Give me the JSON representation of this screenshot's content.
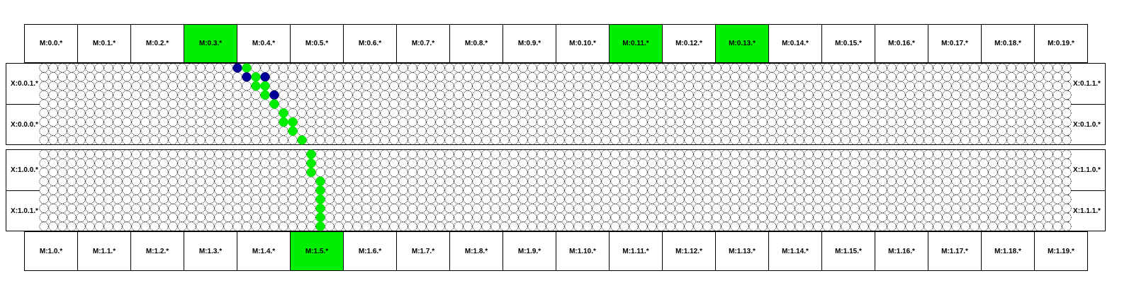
{
  "colors": {
    "active": "#00ee00",
    "ring": "#00dd00",
    "alt": "#000099",
    "line": "#000000"
  },
  "top_row": {
    "cells": [
      {
        "label": "M:0.0.*",
        "active": false
      },
      {
        "label": "M:0.1.*",
        "active": false
      },
      {
        "label": "M:0.2.*",
        "active": false
      },
      {
        "label": "M:0.3.*",
        "active": true
      },
      {
        "label": "M:0.4.*",
        "active": false
      },
      {
        "label": "M:0.5.*",
        "active": false
      },
      {
        "label": "M:0.6.*",
        "active": false
      },
      {
        "label": "M:0.7.*",
        "active": false
      },
      {
        "label": "M:0.8.*",
        "active": false
      },
      {
        "label": "M:0.9.*",
        "active": false
      },
      {
        "label": "M:0.10.*",
        "active": false
      },
      {
        "label": "M:0.11.*",
        "active": true
      },
      {
        "label": "M:0.12.*",
        "active": false
      },
      {
        "label": "M:0.13.*",
        "active": true
      },
      {
        "label": "M:0.14.*",
        "active": false
      },
      {
        "label": "M:0.15.*",
        "active": false
      },
      {
        "label": "M:0.16.*",
        "active": false
      },
      {
        "label": "M:0.17.*",
        "active": false
      },
      {
        "label": "M:0.18.*",
        "active": false
      },
      {
        "label": "M:0.19.*",
        "active": false
      }
    ]
  },
  "bottom_row": {
    "cells": [
      {
        "label": "M:1.0.*",
        "active": false
      },
      {
        "label": "M:1.1.*",
        "active": false
      },
      {
        "label": "M:1.2.*",
        "active": false
      },
      {
        "label": "M:1.3.*",
        "active": false
      },
      {
        "label": "M:1.4.*",
        "active": false
      },
      {
        "label": "M:1.5.*",
        "active": true
      },
      {
        "label": "M:1.6.*",
        "active": false
      },
      {
        "label": "M:1.7.*",
        "active": false
      },
      {
        "label": "M:1.8.*",
        "active": false
      },
      {
        "label": "M:1.9.*",
        "active": false
      },
      {
        "label": "M:1.10.*",
        "active": false
      },
      {
        "label": "M:1.11.*",
        "active": false
      },
      {
        "label": "M:1.12.*",
        "active": false
      },
      {
        "label": "M:1.13.*",
        "active": false
      },
      {
        "label": "M:1.14.*",
        "active": false
      },
      {
        "label": "M:1.15.*",
        "active": false
      },
      {
        "label": "M:1.16.*",
        "active": false
      },
      {
        "label": "M:1.17.*",
        "active": false
      },
      {
        "label": "M:1.18.*",
        "active": false
      },
      {
        "label": "M:1.19.*",
        "active": false
      }
    ]
  },
  "panels": [
    {
      "left": [
        "X:0.0.1.*",
        "X:0.0.0.*"
      ],
      "right": [
        "X:0.1.1.*",
        "X:0.1.0.*"
      ]
    },
    {
      "left": [
        "X:1.0.0.*",
        "X:1.0.1.*"
      ],
      "right": [
        "X:1.1.0.*",
        "X:1.1.1.*"
      ]
    }
  ],
  "grid": {
    "columns": 112,
    "rows_per_panel": 9
  },
  "path": [
    {
      "panel": 0,
      "col": 21,
      "row": 0,
      "kind": "alt"
    },
    {
      "panel": 0,
      "col": 22,
      "row": 0,
      "kind": "active"
    },
    {
      "panel": 0,
      "col": 22,
      "row": 1,
      "kind": "alt"
    },
    {
      "panel": 0,
      "col": 23,
      "row": 1,
      "kind": "active"
    },
    {
      "panel": 0,
      "col": 24,
      "row": 1,
      "kind": "alt"
    },
    {
      "panel": 0,
      "col": 23,
      "row": 2,
      "kind": "active"
    },
    {
      "panel": 0,
      "col": 24,
      "row": 2,
      "kind": "active"
    },
    {
      "panel": 0,
      "col": 24,
      "row": 3,
      "kind": "active"
    },
    {
      "panel": 0,
      "col": 25,
      "row": 3,
      "kind": "alt"
    },
    {
      "panel": 0,
      "col": 25,
      "row": 4,
      "kind": "active"
    },
    {
      "panel": 0,
      "col": 26,
      "row": 5,
      "kind": "active"
    },
    {
      "panel": 0,
      "col": 26,
      "row": 6,
      "kind": "active"
    },
    {
      "panel": 0,
      "col": 27,
      "row": 6,
      "kind": "active"
    },
    {
      "panel": 0,
      "col": 27,
      "row": 7,
      "kind": "active"
    },
    {
      "panel": 0,
      "col": 28,
      "row": 8,
      "kind": "active"
    },
    {
      "panel": 1,
      "col": 29,
      "row": 0,
      "kind": "active"
    },
    {
      "panel": 1,
      "col": 29,
      "row": 1,
      "kind": "active"
    },
    {
      "panel": 1,
      "col": 29,
      "row": 2,
      "kind": "active"
    },
    {
      "panel": 1,
      "col": 30,
      "row": 3,
      "kind": "active"
    },
    {
      "panel": 1,
      "col": 30,
      "row": 4,
      "kind": "active"
    },
    {
      "panel": 1,
      "col": 30,
      "row": 5,
      "kind": "active"
    },
    {
      "panel": 1,
      "col": 30,
      "row": 6,
      "kind": "active"
    },
    {
      "panel": 1,
      "col": 30,
      "row": 7,
      "kind": "active"
    },
    {
      "panel": 1,
      "col": 30,
      "row": 8,
      "kind": "active"
    }
  ]
}
